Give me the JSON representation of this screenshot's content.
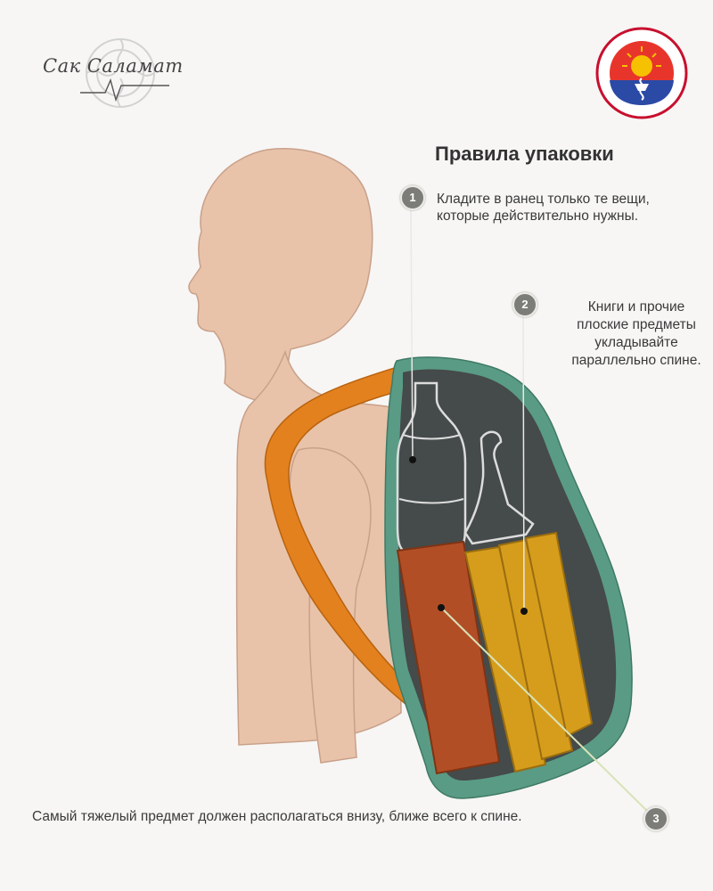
{
  "logo_left": {
    "text": "Сак Саламат",
    "icon": "ornament-pulse-logo-icon"
  },
  "logo_right": {
    "icon": "ministry-health-seal-icon"
  },
  "title": "Правила упаковки",
  "steps": [
    {
      "number": "1",
      "text": "Кладите в ранец только те вещи, которые действительно нужны."
    },
    {
      "number": "2",
      "text": "Книги и прочие плоские предметы укладывайте параллельно спине."
    },
    {
      "number": "3",
      "text": "Самый тяжелый предмет должен располагаться внизу, ближе всего к спине."
    }
  ],
  "colors": {
    "skin": "#e8c3a9",
    "skin_outline": "#c9a08a",
    "strap": "#e3811e",
    "backpack_rim": "#5a9b85",
    "backpack_inside": "#454a4a",
    "heavy_book": "#b24e26",
    "flat_books": "#d69d1c",
    "badge": "#7c7c78"
  }
}
